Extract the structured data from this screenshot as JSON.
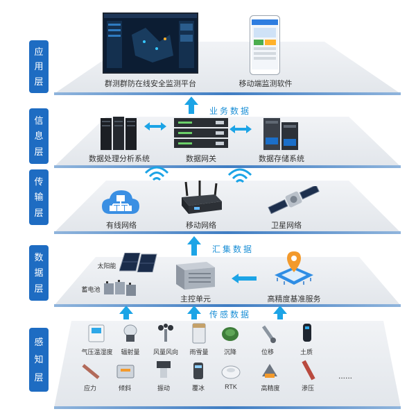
{
  "layers": [
    {
      "id": "application",
      "chars": [
        "应",
        "用",
        "层"
      ]
    },
    {
      "id": "information",
      "chars": [
        "信",
        "息",
        "层"
      ]
    },
    {
      "id": "transmission",
      "chars": [
        "传",
        "输",
        "层"
      ]
    },
    {
      "id": "data",
      "chars": [
        "数",
        "据",
        "层"
      ]
    },
    {
      "id": "perception",
      "chars": [
        "感",
        "知",
        "层"
      ]
    }
  ],
  "application": {
    "platform_label": "群测群防在线安全监测平台",
    "mobile_label": "移动端监测软件"
  },
  "flows": {
    "business": "业务数据",
    "aggregate": "汇集数据",
    "sensing": "传感数据"
  },
  "information": {
    "analysis_label": "数据处理分析系统",
    "gateway_label": "数据网关",
    "storage_label": "数据存储系统"
  },
  "transmission": {
    "wired_label": "有线网络",
    "mobile_label": "移动网络",
    "satellite_label": "卫星网络"
  },
  "data_layer": {
    "solar_label": "太阳能",
    "battery_label": "蓄电池",
    "controller_label": "主控单元",
    "gnss_label": "高精度基准服务"
  },
  "sensors_row1": [
    "气压温湿度",
    "辐射量",
    "风量风向",
    "雨雪量",
    "沉降",
    "位移",
    "土质"
  ],
  "sensors_row2": [
    "应力",
    "倾斜",
    "振动",
    "覆冰",
    "RTK",
    "高精度",
    "渗压",
    "......"
  ]
}
